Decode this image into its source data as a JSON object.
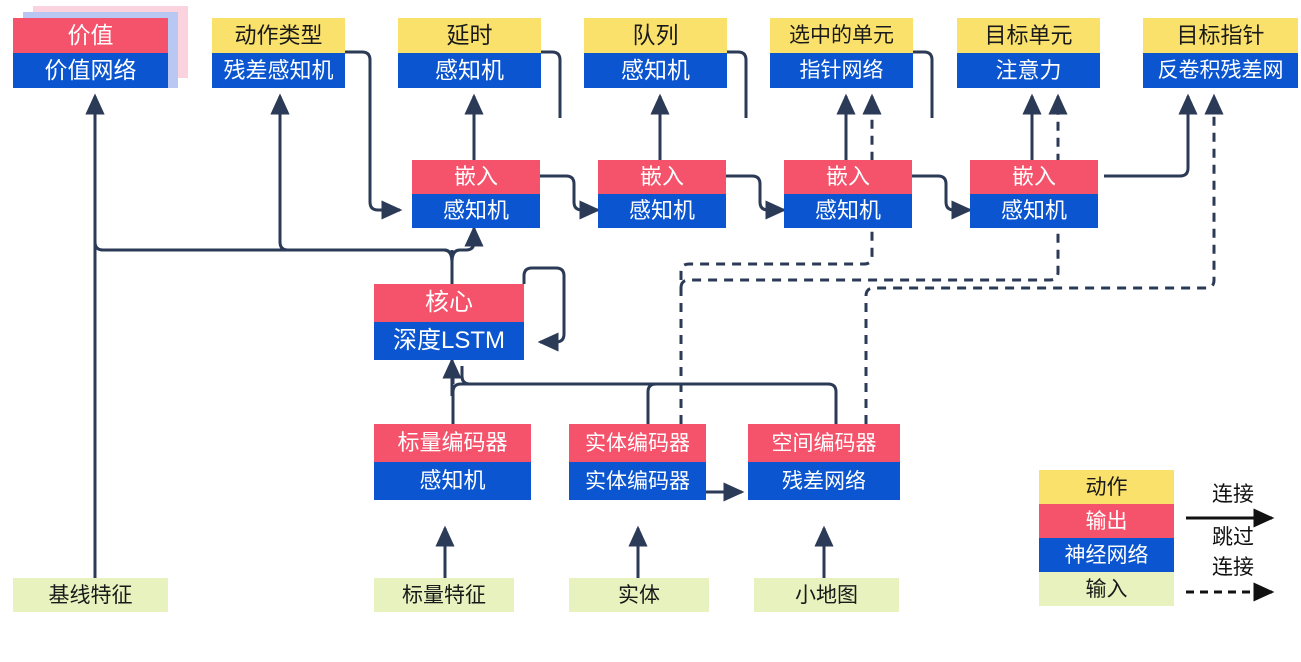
{
  "diagram": {
    "title": "AlphaStar-style network architecture diagram (Chinese labels)",
    "palette": {
      "action": "#FAE16B",
      "output": "#F5536B",
      "neural_network": "#0B56D0",
      "input": "#E8F2BE",
      "wire": "#2B3A56",
      "shadow_output": "#FBD3DE",
      "shadow_net": "#B9C8F2",
      "background": "#FFFFFF"
    },
    "outputs": [
      {
        "id": "value",
        "top": "价值",
        "bottom": "价值网络",
        "top_kind": "output",
        "stacked": true
      },
      {
        "id": "action_type",
        "top": "动作类型",
        "bottom": "残差感知机",
        "top_kind": "action",
        "stacked": false
      },
      {
        "id": "delay",
        "top": "延时",
        "bottom": "感知机",
        "top_kind": "action",
        "stacked": false
      },
      {
        "id": "queue",
        "top": "队列",
        "bottom": "感知机",
        "top_kind": "action",
        "stacked": false
      },
      {
        "id": "selected_units",
        "top": "选中的单元",
        "bottom": "指针网络",
        "top_kind": "action",
        "stacked": false
      },
      {
        "id": "target_unit",
        "top": "目标单元",
        "bottom": "注意力",
        "top_kind": "action",
        "stacked": false
      },
      {
        "id": "target_point",
        "top": "目标指针",
        "bottom": "反卷积残差网",
        "top_kind": "action",
        "stacked": false
      }
    ],
    "embeddings": [
      {
        "id": "embed1",
        "top": "嵌入",
        "bottom": "感知机"
      },
      {
        "id": "embed2",
        "top": "嵌入",
        "bottom": "感知机"
      },
      {
        "id": "embed3",
        "top": "嵌入",
        "bottom": "感知机"
      },
      {
        "id": "embed4",
        "top": "嵌入",
        "bottom": "感知机"
      }
    ],
    "core": {
      "id": "core",
      "top": "核心",
      "bottom": "深度LSTM"
    },
    "encoders": [
      {
        "id": "scalar_encoder",
        "top": "标量编码器",
        "bottom": "感知机"
      },
      {
        "id": "entity_encoder",
        "top": "实体编码器",
        "bottom": "实体编码器"
      },
      {
        "id": "spatial_encoder",
        "top": "空间编码器",
        "bottom": "残差网络"
      }
    ],
    "inputs": [
      {
        "id": "baseline_features",
        "label": "基线特征"
      },
      {
        "id": "scalar_features",
        "label": "标量特征"
      },
      {
        "id": "entities",
        "label": "实体"
      },
      {
        "id": "minimap",
        "label": "小地图"
      }
    ],
    "legend": {
      "swatches": [
        {
          "id": "legend-action",
          "label": "动作",
          "kind": "action"
        },
        {
          "id": "legend-output",
          "label": "输出",
          "kind": "output"
        },
        {
          "id": "legend-net",
          "label": "神经网络",
          "kind": "net"
        },
        {
          "id": "legend-input",
          "label": "输入",
          "kind": "input"
        }
      ],
      "arrows": [
        {
          "id": "legend-connection",
          "label": "连接",
          "style": "solid"
        },
        {
          "id": "legend-skip-connection",
          "label_line1": "跳过",
          "label_line2": "连接",
          "style": "dashed"
        }
      ]
    }
  }
}
